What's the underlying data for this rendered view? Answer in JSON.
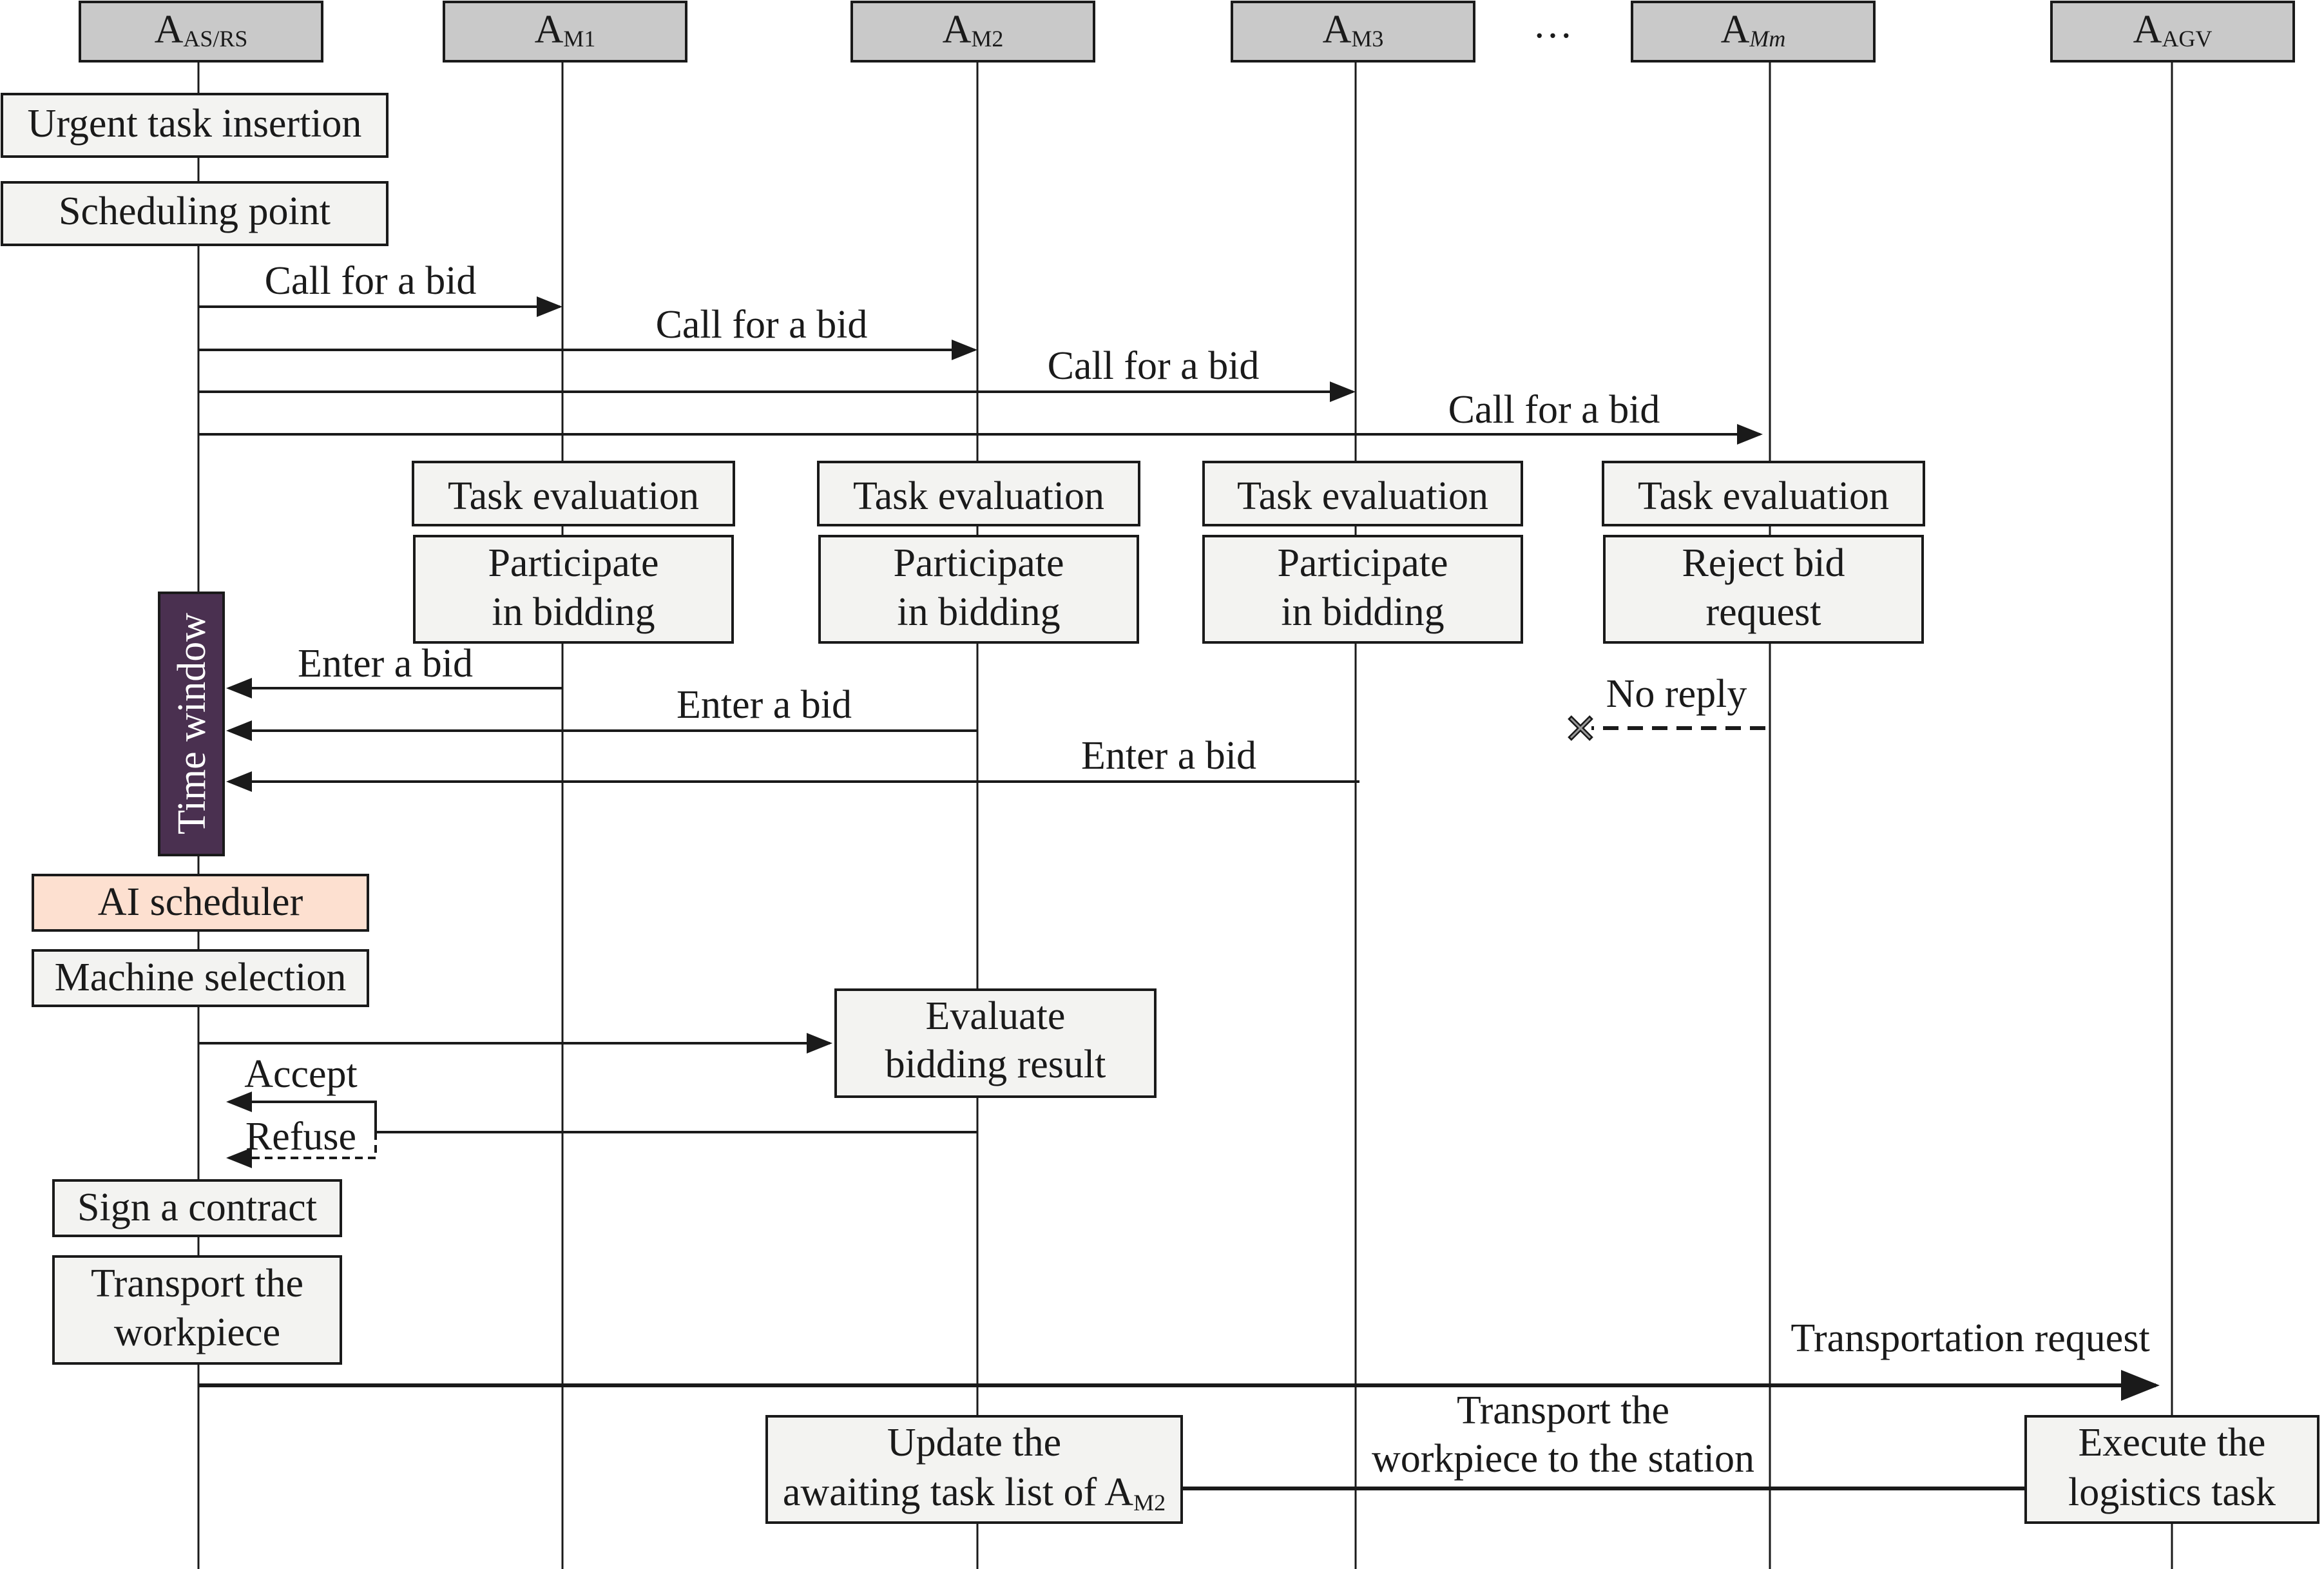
{
  "lifelines": {
    "asrs": {
      "main": "A",
      "sub": "AS/RS"
    },
    "m1": {
      "main": "A",
      "sub": "M1"
    },
    "m2": {
      "main": "A",
      "sub": "M2"
    },
    "m3": {
      "main": "A",
      "sub": "M3"
    },
    "mm": {
      "main": "A",
      "sub": "Mm"
    },
    "agv": {
      "main": "A",
      "sub": "AGV"
    },
    "ellipsis": "…"
  },
  "boxes": {
    "urgent_task_insertion": "Urgent task insertion",
    "scheduling_point": "Scheduling point",
    "task_evaluation": "Task evaluation",
    "participate_line1": "Participate",
    "participate_line2": "in bidding",
    "reject_line1": "Reject bid",
    "reject_line2": "request",
    "time_window": "Time window",
    "ai_scheduler": "AI scheduler",
    "machine_selection": "Machine selection",
    "evaluate_line1": "Evaluate",
    "evaluate_line2": "bidding result",
    "sign_contract": "Sign a contract",
    "transport_line1": "Transport the",
    "transport_line2": "workpiece",
    "update_line1": "Update the",
    "update_line2_main": "awaiting task list of A",
    "update_line2_sub": "M2",
    "execute_line1": "Execute the",
    "execute_line2": "logistics task"
  },
  "messages": {
    "call_for_bid": "Call for a bid",
    "enter_bid": "Enter a bid",
    "no_reply": "No reply",
    "accept": "Accept",
    "refuse": "Refuse",
    "transportation_request": "Transportation request",
    "transport_station_line1": "Transport the",
    "transport_station_line2": "workpiece to the station"
  },
  "colors": {
    "time_window_fill": "#4a3050",
    "ai_scheduler_fill": "#fde0d0",
    "header_fill": "#c9c9c9",
    "box_fill": "#f3f3f1"
  }
}
